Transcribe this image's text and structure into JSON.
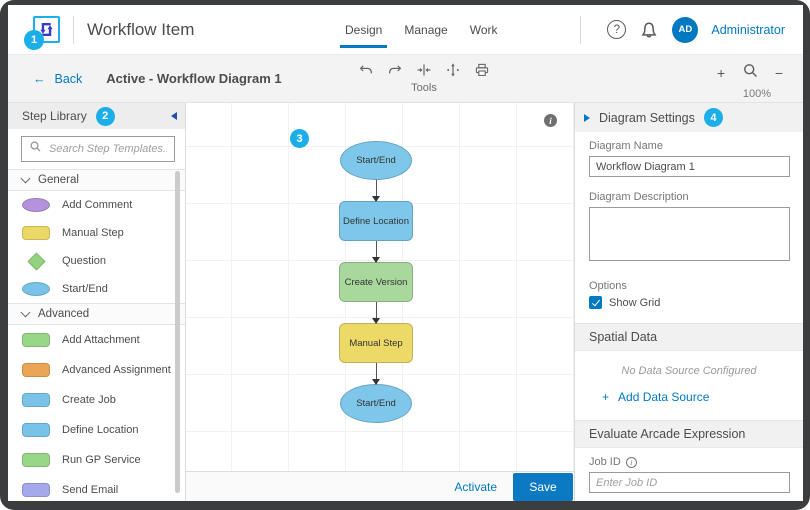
{
  "header": {
    "app_title": "Workflow Item",
    "tabs": [
      {
        "label": "Design",
        "active": true
      },
      {
        "label": "Manage",
        "active": false
      },
      {
        "label": "Work",
        "active": false
      }
    ],
    "user_initials": "AD",
    "user_name": "Administrator"
  },
  "toolbar": {
    "back_label": "Back",
    "title": "Active - Workflow Diagram 1",
    "tools_label": "Tools",
    "zoom_percent": "100%"
  },
  "step_library": {
    "title": "Step Library",
    "search_placeholder": "Search Step Templates...",
    "sections": [
      {
        "label": "General",
        "items": [
          {
            "label": "Add Comment",
            "shape": "ellipse",
            "color": "#b493dc"
          },
          {
            "label": "Manual Step",
            "shape": "rect",
            "color": "#ead964"
          },
          {
            "label": "Question",
            "shape": "diamond",
            "color": "#93d37f"
          },
          {
            "label": "Start/End",
            "shape": "ellipse",
            "color": "#79c3e8"
          }
        ]
      },
      {
        "label": "Advanced",
        "items": [
          {
            "label": "Add Attachment",
            "shape": "rect",
            "color": "#97d786"
          },
          {
            "label": "Advanced Assignment",
            "shape": "rect",
            "color": "#eaa656"
          },
          {
            "label": "Create Job",
            "shape": "rect",
            "color": "#79c3e8"
          },
          {
            "label": "Define Location",
            "shape": "rect",
            "color": "#79c3e8"
          },
          {
            "label": "Run GP Service",
            "shape": "rect",
            "color": "#97d786"
          },
          {
            "label": "Send Email",
            "shape": "rect",
            "color": "#a3a9ea"
          }
        ]
      }
    ]
  },
  "canvas": {
    "nodes": [
      {
        "label": "Start/End",
        "shape": "ellipse",
        "color": "#7ec7ea"
      },
      {
        "label": "Define Location",
        "shape": "rect",
        "color": "#7ec7ea"
      },
      {
        "label": "Create Version",
        "shape": "rect",
        "color": "#a8d89c"
      },
      {
        "label": "Manual Step",
        "shape": "rect",
        "color": "#ecd968"
      },
      {
        "label": "Start/End",
        "shape": "ellipse",
        "color": "#7ec7ea"
      }
    ]
  },
  "diagram_settings": {
    "title": "Diagram Settings",
    "name_label": "Diagram Name",
    "name_value": "Workflow Diagram 1",
    "description_label": "Diagram Description",
    "description_value": "",
    "options_label": "Options",
    "show_grid_label": "Show Grid",
    "show_grid_checked": true,
    "spatial_title": "Spatial Data",
    "spatial_empty": "No Data Source Configured",
    "add_data_source_label": "Add Data Source",
    "arcade_title": "Evaluate Arcade Expression",
    "job_id_label": "Job ID",
    "job_id_placeholder": "Enter Job ID"
  },
  "footer": {
    "activate_label": "Activate",
    "save_label": "Save"
  },
  "callouts": {
    "one": "1",
    "two": "2",
    "three": "3",
    "four": "4"
  },
  "icons": {
    "logo": "workflow-cycle",
    "help": "question-circle",
    "notifications": "bell",
    "search": "magnifier",
    "tools": [
      "undo",
      "redo",
      "align-horizontal",
      "distribute-vertical",
      "print"
    ],
    "zoom": [
      "zoom-in",
      "magnifier",
      "zoom-out"
    ],
    "canvas_info": "info-circle",
    "job_id_info": "info-circle"
  },
  "colors": {
    "accent_blue": "#0079c1",
    "callout_cyan": "#1caee8",
    "save_button": "#0c7ac2",
    "avatar_blue": "#0079c1",
    "logo_glyph": "#3a3ac8"
  }
}
